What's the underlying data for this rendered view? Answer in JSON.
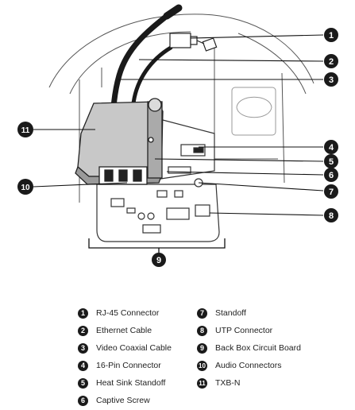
{
  "callouts": [
    {
      "n": "1",
      "label": "RJ-45 Connector"
    },
    {
      "n": "2",
      "label": "Ethernet Cable"
    },
    {
      "n": "3",
      "label": "Video Coaxial Cable"
    },
    {
      "n": "4",
      "label": "16-Pin Connector"
    },
    {
      "n": "5",
      "label": "Heat Sink Standoff"
    },
    {
      "n": "6",
      "label": "Captive Screw"
    },
    {
      "n": "7",
      "label": "Standoff"
    },
    {
      "n": "8",
      "label": "UTP Connector"
    },
    {
      "n": "9",
      "label": "Back Box Circuit Board"
    },
    {
      "n": "10",
      "label": "Audio Connectors"
    },
    {
      "n": "11",
      "label": "TXB-N"
    }
  ],
  "colors": {
    "ink": "#1a1a1a",
    "line": "#333333",
    "module_fill": "#c8c8c8",
    "board_fill": "#ffffff"
  }
}
